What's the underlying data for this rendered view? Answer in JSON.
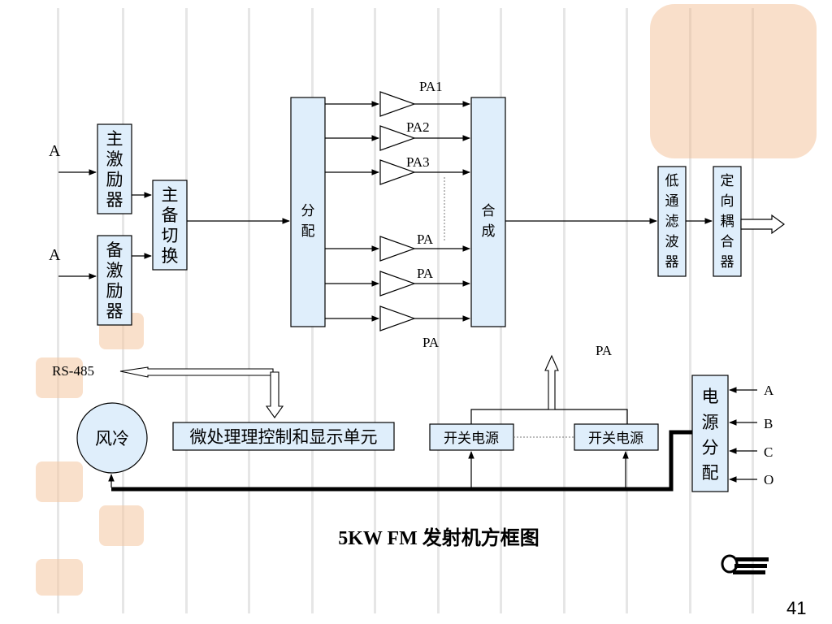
{
  "diagram": {
    "title": "5KW  FM 发射机方框图",
    "page_number": "41",
    "inputs": {
      "a_top": "A",
      "a_bottom": "A"
    },
    "blocks": {
      "main_exciter": [
        "主",
        "激",
        "励",
        "器"
      ],
      "backup_exciter": [
        "备",
        "激",
        "励",
        "器"
      ],
      "switch": [
        "主",
        "备",
        "切",
        "换"
      ],
      "splitter": [
        "分",
        "配"
      ],
      "combiner": [
        "合",
        "成"
      ],
      "lowpass": [
        "低",
        "通",
        "滤",
        "波",
        "器"
      ],
      "coupler": [
        "定",
        "向",
        "耦",
        "合",
        "器"
      ],
      "power_dist": [
        "电",
        "源",
        "分",
        "配"
      ],
      "mcu": "微处理理控制和显示单元",
      "fan": "风冷",
      "psu_left": "开关电源",
      "psu_right": "开关电源"
    },
    "amplifiers": [
      "PA1",
      "PA2",
      "PA3",
      "PA",
      "PA",
      "PA"
    ],
    "pa_power_label": "PA",
    "rs485": "RS-485",
    "power_inputs": [
      "A",
      "B",
      "C",
      "O"
    ]
  }
}
